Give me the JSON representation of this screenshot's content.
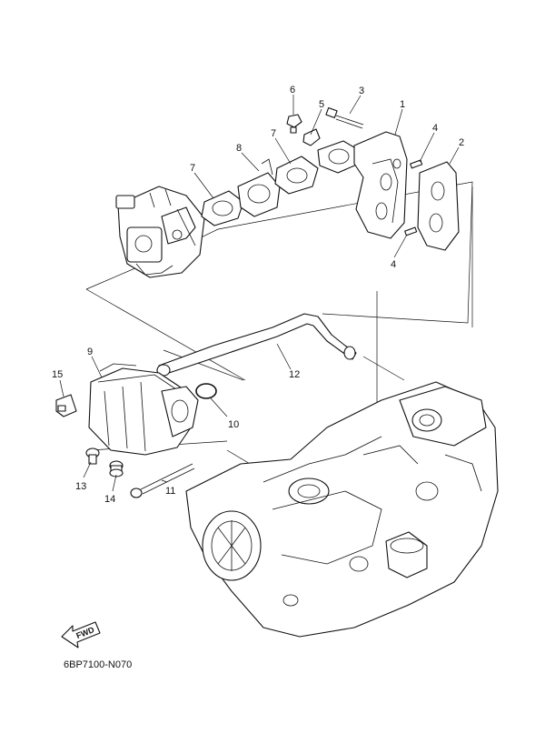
{
  "diagram": {
    "drawing_code": "6BP7100-N070",
    "fwd_label": "FWD",
    "callouts": {
      "c1": "1",
      "c2": "2",
      "c3": "3",
      "c4a": "4",
      "c4b": "4",
      "c5": "5",
      "c6": "6",
      "c7a": "7",
      "c7b": "7",
      "c8": "8",
      "c9": "9",
      "c10": "10",
      "c11": "11",
      "c12": "12",
      "c13": "13",
      "c14": "14",
      "c15": "15"
    }
  }
}
